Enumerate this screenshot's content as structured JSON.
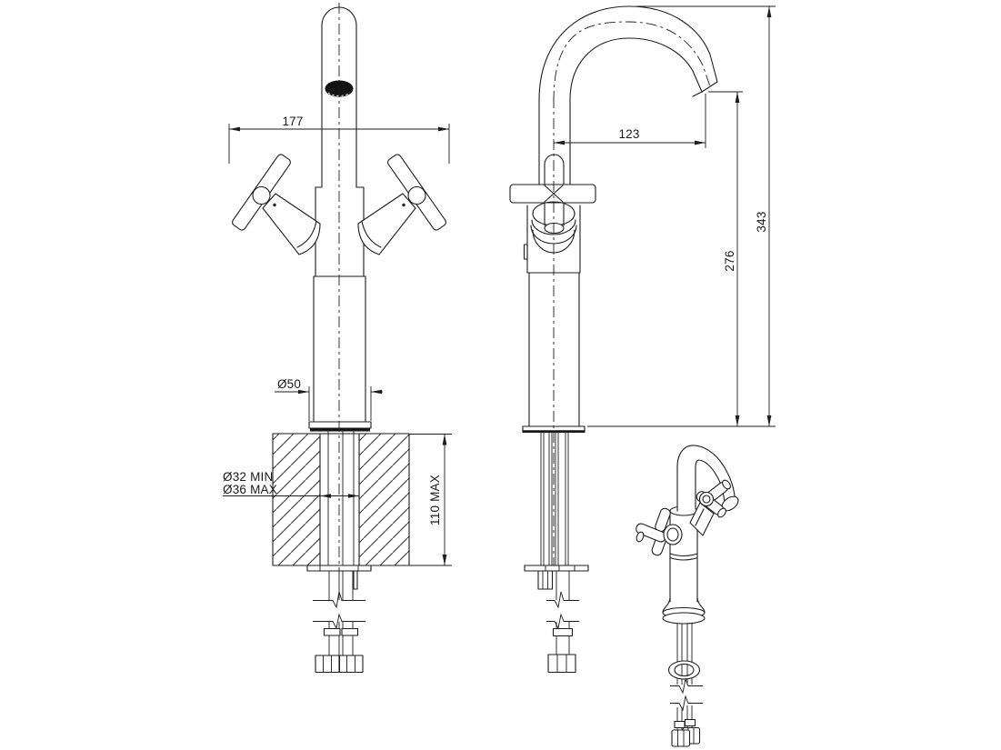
{
  "drawing": {
    "background": "#ffffff",
    "line_color": "#1d1d1d",
    "dimensions": {
      "handle_span": "177",
      "spout_reach": "123",
      "overall_height": "343",
      "spout_height": "276",
      "base_diameter": "Ø50",
      "mount_hole_min": "Ø32 MIN",
      "mount_hole_max": "Ø36 MAX",
      "deck_thickness_max": "110 MAX"
    }
  }
}
